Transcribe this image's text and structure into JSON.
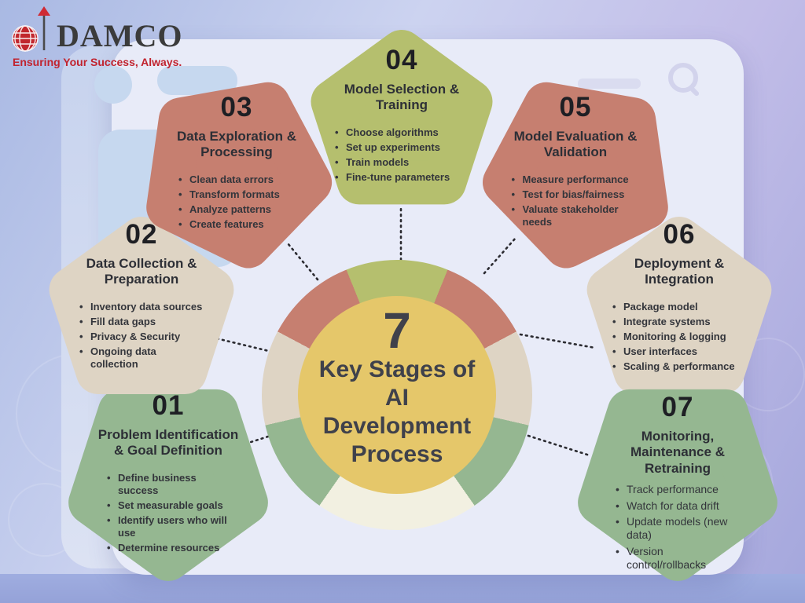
{
  "logo": {
    "brand": "DAMCO",
    "tagline": "Ensuring Your Success, Always."
  },
  "center": {
    "number": "7",
    "title": "Key Stages of AI Development Process"
  },
  "stages": [
    {
      "number": "01",
      "title": "Problem Identification & Goal Definition",
      "color": "#95b791",
      "bullets": [
        "Define business success",
        "Set measurable goals",
        "Identify users who will use",
        "Determine resources"
      ]
    },
    {
      "number": "02",
      "title": "Data Collection & Preparation",
      "color": "#ded4c4",
      "bullets": [
        "Inventory data sources",
        "Fill data gaps",
        "Privacy & Security",
        "Ongoing data collection"
      ]
    },
    {
      "number": "03",
      "title": "Data Exploration & Processing",
      "color": "#c67f70",
      "bullets": [
        "Clean data errors",
        "Transform formats",
        "Analyze patterns",
        "Create features"
      ]
    },
    {
      "number": "04",
      "title": "Model Selection & Training",
      "color": "#b5bf6e",
      "bullets": [
        "Choose algorithms",
        "Set up experiments",
        "Train models",
        "Fine-tune parameters"
      ]
    },
    {
      "number": "05",
      "title": "Model Evaluation & Validation",
      "color": "#c67f70",
      "bullets": [
        "Measure performance",
        "Test for bias/fairness",
        "Valuate stakeholder needs"
      ]
    },
    {
      "number": "06",
      "title": "Deployment & Integration",
      "color": "#ded4c4",
      "bullets": [
        "Package model",
        "Integrate systems",
        "Monitoring & logging",
        "User interfaces",
        "Scaling & performance"
      ]
    },
    {
      "number": "07",
      "title": "Monitoring, Maintenance & Retraining",
      "color": "#95b791",
      "bullets": [
        "Track performance",
        "Watch for data drift",
        "Update models (new data)",
        "Version control/rollbacks"
      ]
    }
  ],
  "colors": {
    "salmon": "#c67f70",
    "beige": "#ded4c4",
    "olive": "#b5bf6e",
    "green": "#95b791",
    "yellow_center": "#e5c76a",
    "cream_ring": "#f2f0e1",
    "brand_red": "#c1272d",
    "text_dark": "#2d2f36",
    "background_card": "#e8ebf8"
  }
}
